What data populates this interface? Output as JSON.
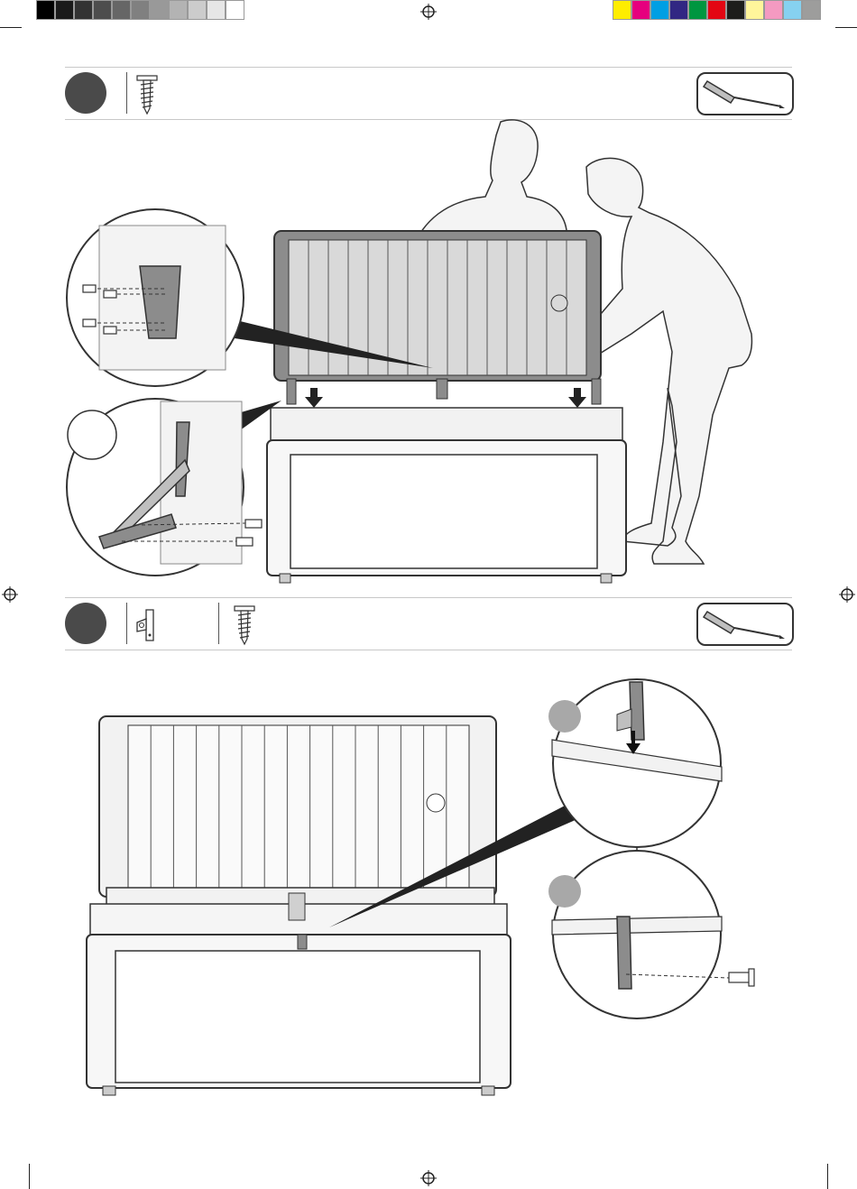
{
  "calibration_bars": {
    "gray_scale": [
      "#000000",
      "#1a1a1a",
      "#333333",
      "#4d4d4d",
      "#666666",
      "#808080",
      "#999999",
      "#b3b3b3",
      "#cccccc",
      "#e6e6e6",
      "#ffffff"
    ],
    "color_scale": [
      "#ffed00",
      "#e6007e",
      "#009fe3",
      "#312783",
      "#009640",
      "#e30613",
      "#1d1d1b",
      "#fff59b",
      "#f49ac1",
      "#86d1f0",
      "#9d9d9c"
    ]
  },
  "icons": {
    "screw": "screw-icon",
    "screwdriver": "screwdriver-icon",
    "hinge_bracket": "hinge-bracket-icon",
    "registration_mark": "registration-mark-icon",
    "arrow_down": "arrow-down-icon"
  },
  "colors": {
    "step_badge": "#4a4a4a",
    "detail_badge": "#a8a8a8",
    "line_art": "#333333",
    "fill_light": "#f2f2f2",
    "fill_mid": "#d9d9d9",
    "fill_dark": "#8c8c8c"
  },
  "steps": [
    {
      "number": "",
      "parts": [
        "screw"
      ],
      "tool": "screwdriver"
    },
    {
      "number": "",
      "parts": [
        "hinge_bracket",
        "screw"
      ],
      "tool": "screwdriver"
    }
  ],
  "detail_badges": [
    "",
    "",
    ""
  ]
}
